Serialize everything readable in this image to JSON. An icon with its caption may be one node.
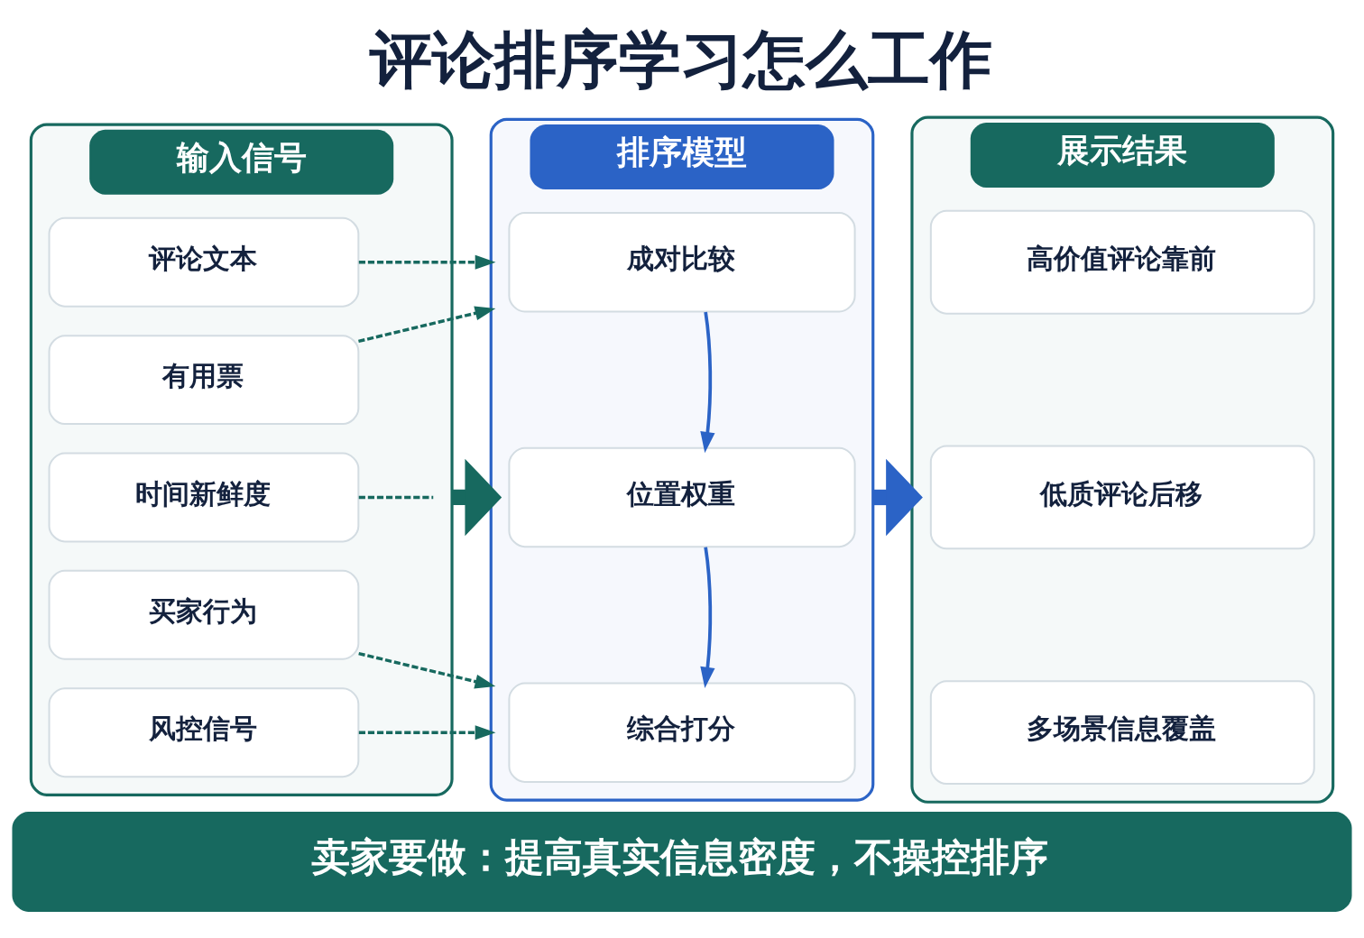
{
  "diagram": {
    "title": "评论排序学习怎么工作",
    "nodes": [
      {
        "text": [
          "输入信号"
        ]
      },
      {
        "text": [
          "评论文本"
        ],
        "in": 0
      },
      {
        "text": [
          "有用票"
        ],
        "in": 0
      },
      {
        "text": [
          "时间新鲜度"
        ],
        "in": 0
      },
      {
        "text": [
          "买家行为"
        ],
        "in": 0
      },
      {
        "text": [
          "风控信号"
        ],
        "in": 0
      },
      {
        "text": [
          "排序模型"
        ]
      },
      {
        "text": [
          "成对比较"
        ],
        "in": 6
      },
      {
        "text": [
          "位置权重"
        ],
        "in": 6
      },
      {
        "text": [
          "综合打分"
        ],
        "in": 6
      },
      {
        "text": [
          "展示结果"
        ]
      },
      {
        "text": [
          "高价值评论靠前"
        ],
        "in": 10
      },
      {
        "text": [
          "低质评论后移"
        ],
        "in": 10
      },
      {
        "text": [
          "多场景信息覆盖"
        ],
        "in": 10
      },
      {
        "text": [
          "卖家要做：提高真实信息密度，不操控排序"
        ]
      }
    ],
    "edges": [
      {
        "from": 1,
        "to": 6,
        "arrow": "to",
        "style": "dashed"
      },
      {
        "from": 2,
        "to": 6,
        "arrow": "to",
        "style": "dashed"
      },
      {
        "from": 3,
        "to": null,
        "arrow": "none",
        "style": "dashed"
      },
      {
        "from": 4,
        "to": 6,
        "arrow": "to",
        "style": "dashed"
      },
      {
        "from": 5,
        "to": 6,
        "arrow": "to",
        "style": "dashed"
      },
      {
        "from": 0,
        "to": 6,
        "arrow": "to",
        "style": "thick"
      },
      {
        "from": 7,
        "to": 8,
        "arrow": "to",
        "color": "#2b63c6"
      },
      {
        "from": 8,
        "to": 9,
        "arrow": "to",
        "color": "#2b63c6"
      },
      {
        "from": 6,
        "to": 10,
        "arrow": "to",
        "style": "thick",
        "color": "#2b63c6"
      }
    ]
  }
}
